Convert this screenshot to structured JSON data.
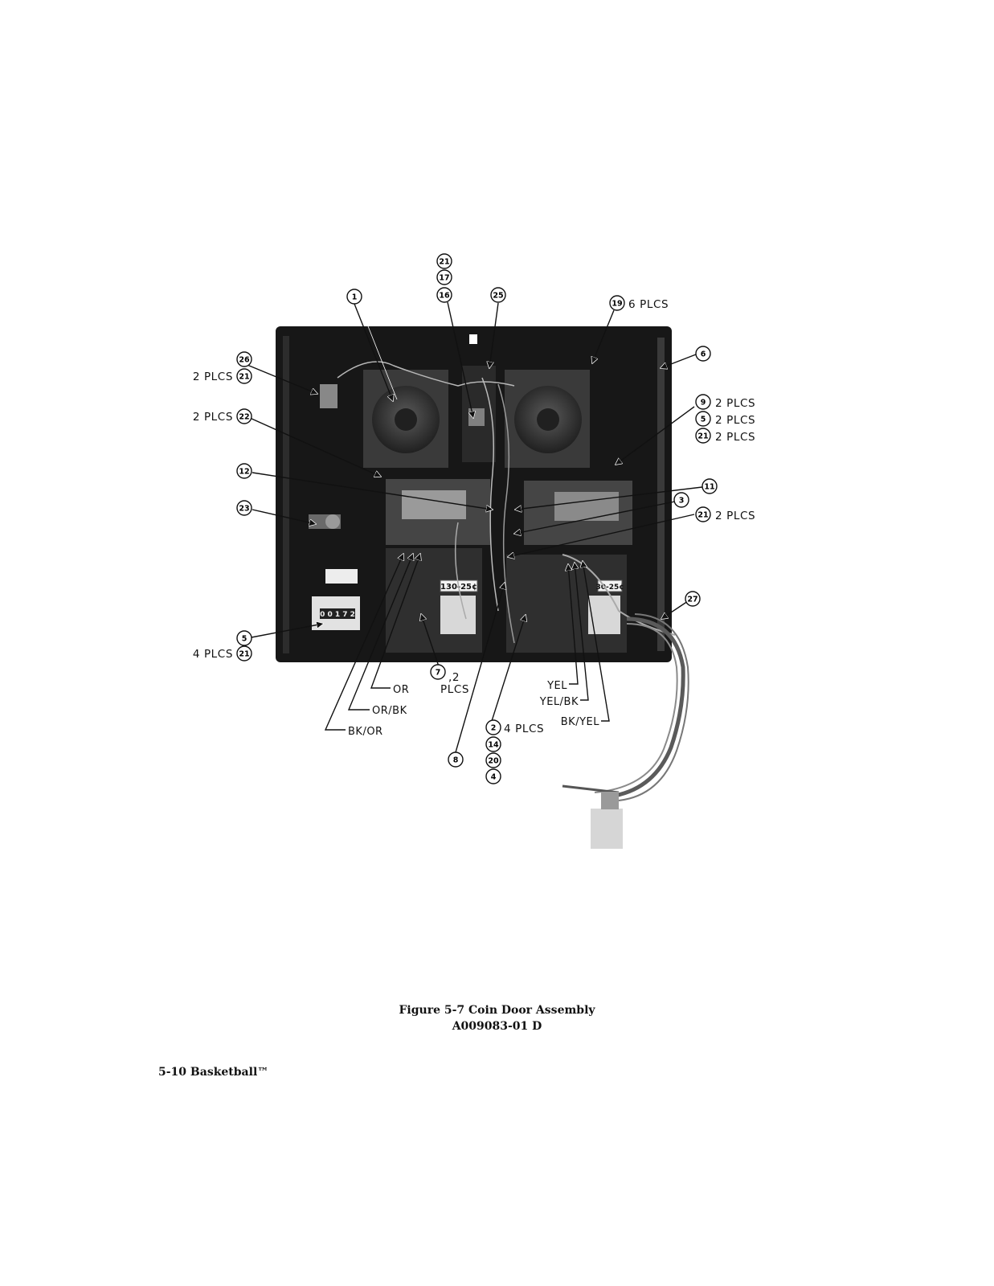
{
  "figure": {
    "callouts": [
      {
        "id": "c21a",
        "num": "21"
      },
      {
        "id": "c17",
        "num": "17"
      },
      {
        "id": "c16",
        "num": "16"
      },
      {
        "id": "c25",
        "num": "25"
      },
      {
        "id": "c1",
        "num": "1"
      },
      {
        "id": "c19",
        "num": "19",
        "note": "6 PLCS"
      },
      {
        "id": "c6",
        "num": "6"
      },
      {
        "id": "c26",
        "num": "26"
      },
      {
        "id": "c21b",
        "num": "21",
        "note": "2 PLCS"
      },
      {
        "id": "c22",
        "num": "22",
        "note": "2 PLCS"
      },
      {
        "id": "c9",
        "num": "9",
        "note": "2 PLCS"
      },
      {
        "id": "c5a",
        "num": "5",
        "note": "2 PLCS"
      },
      {
        "id": "c21c",
        "num": "21",
        "note": "2 PLCS"
      },
      {
        "id": "c12",
        "num": "12"
      },
      {
        "id": "c11",
        "num": "11"
      },
      {
        "id": "c3",
        "num": "3"
      },
      {
        "id": "c21d",
        "num": "21",
        "note": "2 PLCS"
      },
      {
        "id": "c23",
        "num": "23"
      },
      {
        "id": "c27",
        "num": "27"
      },
      {
        "id": "c5b",
        "num": "5"
      },
      {
        "id": "c21e",
        "num": "21",
        "note": "4 PLCS"
      },
      {
        "id": "c7",
        "num": "7",
        "note": ",2"
      },
      {
        "id": "c2",
        "num": "2",
        "note": "4 PLCS"
      },
      {
        "id": "c14",
        "num": "14"
      },
      {
        "id": "c20",
        "num": "20"
      },
      {
        "id": "c4",
        "num": "4"
      },
      {
        "id": "c8",
        "num": "8"
      }
    ],
    "plcs_7": "PLCS",
    "counter_left": "130-25¢",
    "counter_right": "30-25¢",
    "meter_digits": "0 0 1 7 2",
    "wires_left": [
      "OR",
      "OR/BK",
      "BK/OR"
    ],
    "wires_right": [
      "YEL",
      "YEL/BK",
      "BK/YEL"
    ]
  },
  "caption": {
    "title": "Figure 5-7   Coin Door Assembly",
    "id": "A009083-01   D"
  },
  "footer": "5-10   Basketball™"
}
